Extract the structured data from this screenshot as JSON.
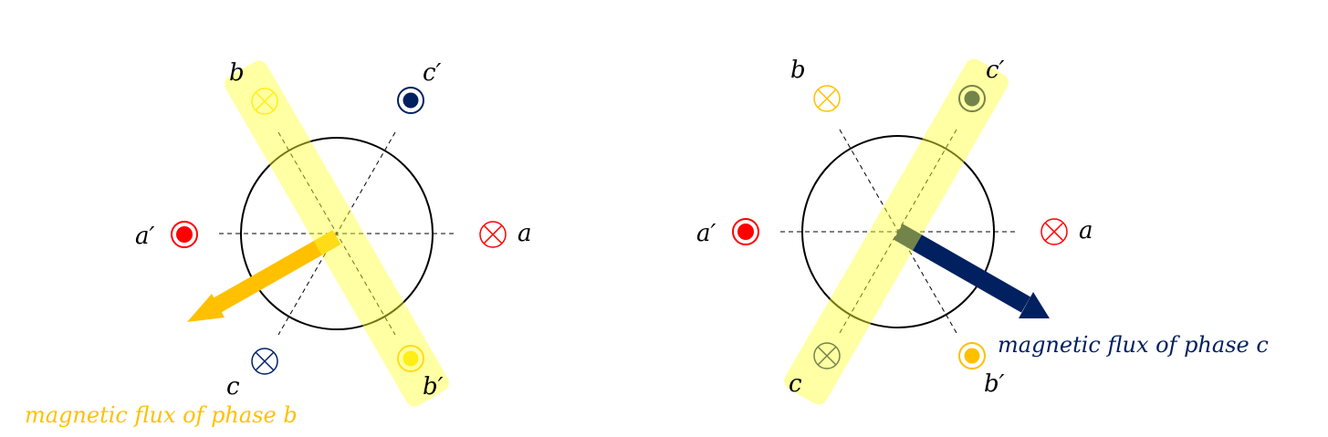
{
  "colors": {
    "phase_a": "#ff0000",
    "phase_b": "#ffc000",
    "phase_b_cond": "#ffe000",
    "phase_c": "#002060",
    "highlight": "#ffff33",
    "stator": "#000000"
  },
  "left": {
    "labels": {
      "a": "a",
      "a_prime": "a′",
      "b": "b",
      "b_prime": "b′",
      "c": "c",
      "c_prime": "c′"
    },
    "caption": "magnetic flux of phase b"
  },
  "right": {
    "labels": {
      "a": "a",
      "a_prime": "a′",
      "b": "b",
      "b_prime": "b′",
      "c": "c",
      "c_prime": "c′"
    },
    "caption": "magnetic flux of phase c"
  }
}
